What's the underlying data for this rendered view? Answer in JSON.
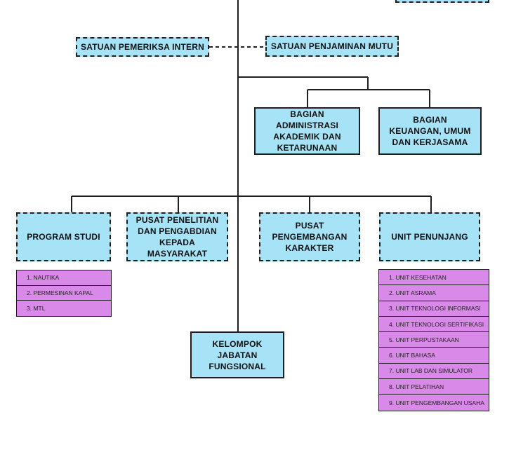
{
  "units": {
    "spi": "SATUAN PEMERIKSA INTERN",
    "spm": "SATUAN PENJAMINAN MUTU"
  },
  "bagian": {
    "akademik": "BAGIAN ADMINISTRASI AKADEMIK DAN KETARUNAAN",
    "keuangan": "BAGIAN KEUANGAN, UMUM DAN KERJASAMA"
  },
  "pusat": {
    "prodi": "PROGRAM STUDI",
    "penelitian": "PUSAT PENELITIAN DAN PENGABDIAN KEPADA MASYARAKAT",
    "karakter": "PUSAT PENGEMBANGAN KARAKTER",
    "penunjang": "UNIT PENUNJANG"
  },
  "program_studi": [
    "1. NAUTIKA",
    "2. PERMESINAN KAPAL",
    "3. MTL"
  ],
  "unit_penunjang": [
    "1. UNIT KESEHATAN",
    "2. UNIT ASRAMA",
    "3. UNIT TEKNOLOGI INFORMASI",
    "4. UNIT TEKNOLOGI SERTIFIKASI",
    "5. UNIT PERPUSTAKAAN",
    "6. UNIT BAHASA",
    "7. UNIT LAB DAN SIMULATOR",
    "8. UNIT PELATIHAN",
    "9. UNIT PENGEMBANGAN USAHA"
  ],
  "kelompok": "KELOMPOK JABATAN FUNGSIONAL",
  "colors": {
    "box_fill": "#a6e3f7",
    "list_fill": "#d98ae8",
    "line": "#1f1f1f"
  }
}
